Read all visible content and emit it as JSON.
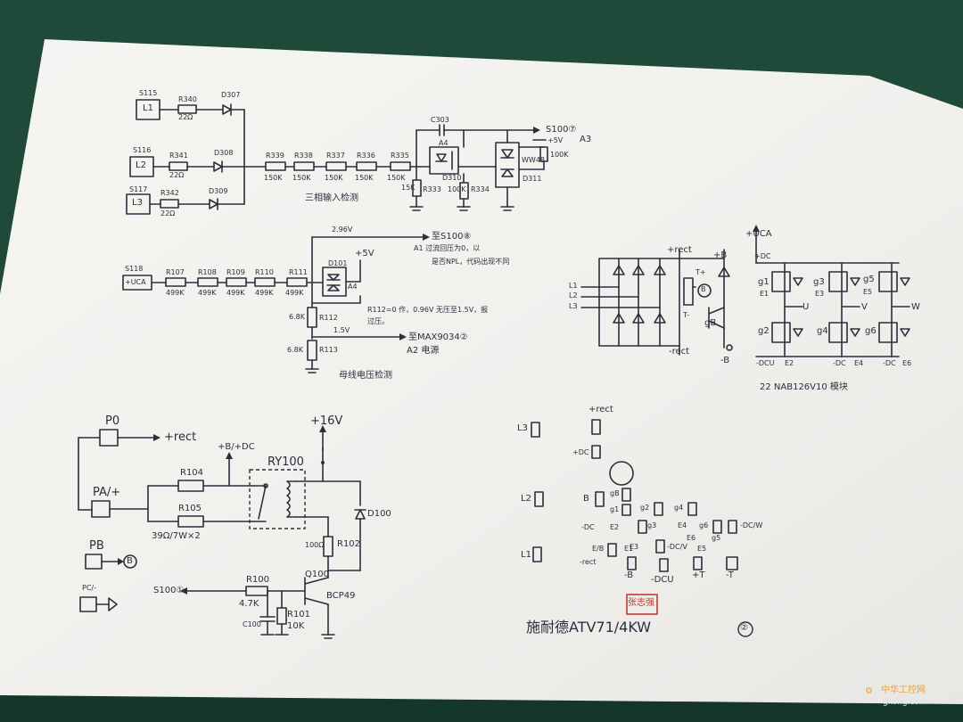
{
  "background_color": "#1f4a3a",
  "paper_color": "#f3f2ef",
  "ink_color": "#2a2f3d",
  "stamp_color": "#c23a30",
  "input_section": {
    "terminals": [
      "S115",
      "S116",
      "S117"
    ],
    "terminal_boxes": [
      "L1",
      "L2",
      "L3"
    ],
    "resistors": [
      "R340",
      "R341",
      "R342"
    ],
    "resistor_values": [
      "22Ω",
      "22Ω",
      "22Ω"
    ],
    "diodes": [
      "D307",
      "D308",
      "D309"
    ],
    "chain_resistors": [
      "R339",
      "R338",
      "R337",
      "R336",
      "R335"
    ],
    "chain_values": [
      "150K",
      "150K",
      "150K",
      "150K",
      "150K"
    ],
    "cap": "C303",
    "opto": "A4",
    "opto_diode": "D310",
    "r333": "R333",
    "r333_val": "15K",
    "r334": "R334",
    "r334_val": "100K",
    "s100_label": "S100⑦",
    "a3": "A3",
    "plus5v": "+5V",
    "w_label": "WW48",
    "r100k": "100K",
    "d311": "D311",
    "caption": "三相输入检测"
  },
  "dc_section": {
    "v_top": "2.96V",
    "to_s100": "至S100⑧",
    "terminal": "S118",
    "terminal_box": "+UCA",
    "resistors": [
      "R107",
      "R108",
      "R109",
      "R110",
      "R111"
    ],
    "values": [
      "499K",
      "499K",
      "499K",
      "499K",
      "499K"
    ],
    "d101": "D101",
    "plus5v": "+5V",
    "a4": "A4",
    "a1_note_1": "A1 过流回压为0，以",
    "a1_note_2": "是否NPL，代码出现不同",
    "r112_val": "6.8K",
    "r112": "R112",
    "r113_val": "6.8K",
    "r113": "R113",
    "note2_1": "R112=0 作，0.96V 无压至1.5V，报",
    "note2_2": "过压。",
    "v_1_5": "1.5V",
    "to_max": "至MAX9034②",
    "a2": "A2 电源",
    "caption": "母线电压检测"
  },
  "relay_section": {
    "p0": "P0",
    "plus_rect": "+rect",
    "pa": "PA/+",
    "plus_b_dc": "+B/+DC",
    "ry": "RY100",
    "plus16v": "+16V",
    "r104": "R104",
    "r105": "R105",
    "r_value": "39Ω/7W×2",
    "d100": "D100",
    "r102_val": "100Ω",
    "r102": "R102",
    "pb": "PB",
    "b_circle": "B",
    "pc": "PC/-",
    "s100_1": "S100①",
    "r100": "R100",
    "r100_val": "4.7K",
    "q100": "Q100",
    "bcp": "BCP49",
    "c_label": "C100",
    "r101": "R101",
    "r101_val": "10K"
  },
  "rectifier_section": {
    "inputs": [
      "L1",
      "L2",
      "L3"
    ],
    "plus_rect": "+rect",
    "minus_rect": "-rect",
    "plus_b": "+B",
    "t_plus": "T+",
    "t_minus": "T-",
    "b_circle": "B",
    "gb": "gB",
    "minus_b": "-B"
  },
  "igbt_section": {
    "plus_uca": "+UCA",
    "plus_dc": "+DC",
    "gates": [
      "g1",
      "g3",
      "g5",
      "g2",
      "g4",
      "g6"
    ],
    "emitters": [
      "E1",
      "E3",
      "E5",
      "E2",
      "E4",
      "E6"
    ],
    "phases": [
      "U",
      "V",
      "W"
    ],
    "minus_dcu": "-DCU",
    "minus_dc": "-DC",
    "minus_dcw": "-DC",
    "caption": "22 NAB126V10 模块"
  },
  "pinout_section": {
    "pins": [
      "L3",
      "+rect",
      "+DC",
      "L2",
      "B",
      "gB",
      "g1",
      "g2",
      "g4",
      "g6",
      "-DC",
      "E2",
      "g3",
      "E4",
      "g5",
      "E6",
      "-DC/W",
      "L1",
      "-rect",
      "E/B",
      "E3",
      "-DC/V",
      "E1",
      "E5",
      "-B",
      "-DCU",
      "+T",
      "-T"
    ],
    "stamp": "张志强",
    "title": "施耐德ATV71/4KW",
    "page": "②"
  },
  "watermark": {
    "name": "中华工控网",
    "url": "gkong.com"
  }
}
